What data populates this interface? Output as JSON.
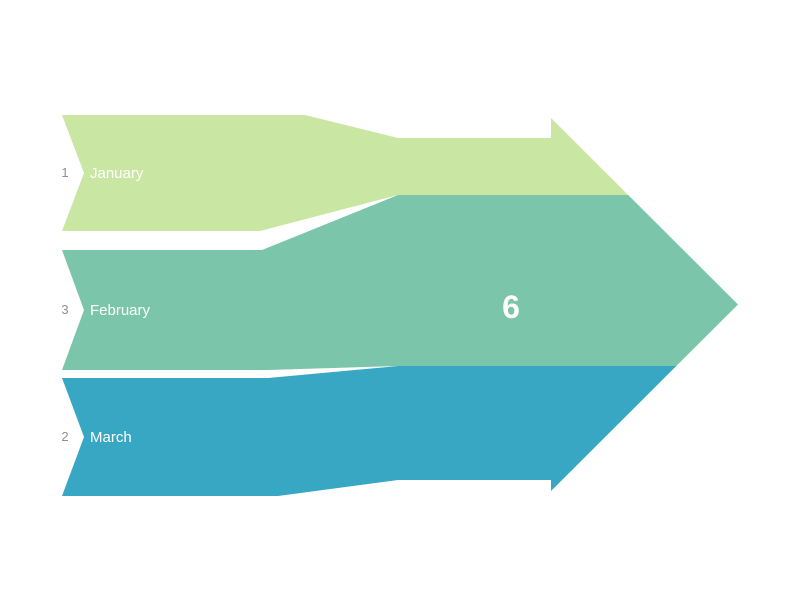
{
  "chart_data": {
    "type": "sankey",
    "bands": [
      {
        "label": "January",
        "value": 1,
        "color": "#c9e6a3"
      },
      {
        "label": "February",
        "value": 3,
        "color": "#7bc5aa"
      },
      {
        "label": "March",
        "value": 2,
        "color": "#38a7c3"
      }
    ],
    "total": 6,
    "style": {
      "background": "#ffffff",
      "band_label_color": "#ffffff",
      "value_label_color": "#8f8f8f",
      "total_label_color": "#ffffff"
    }
  }
}
